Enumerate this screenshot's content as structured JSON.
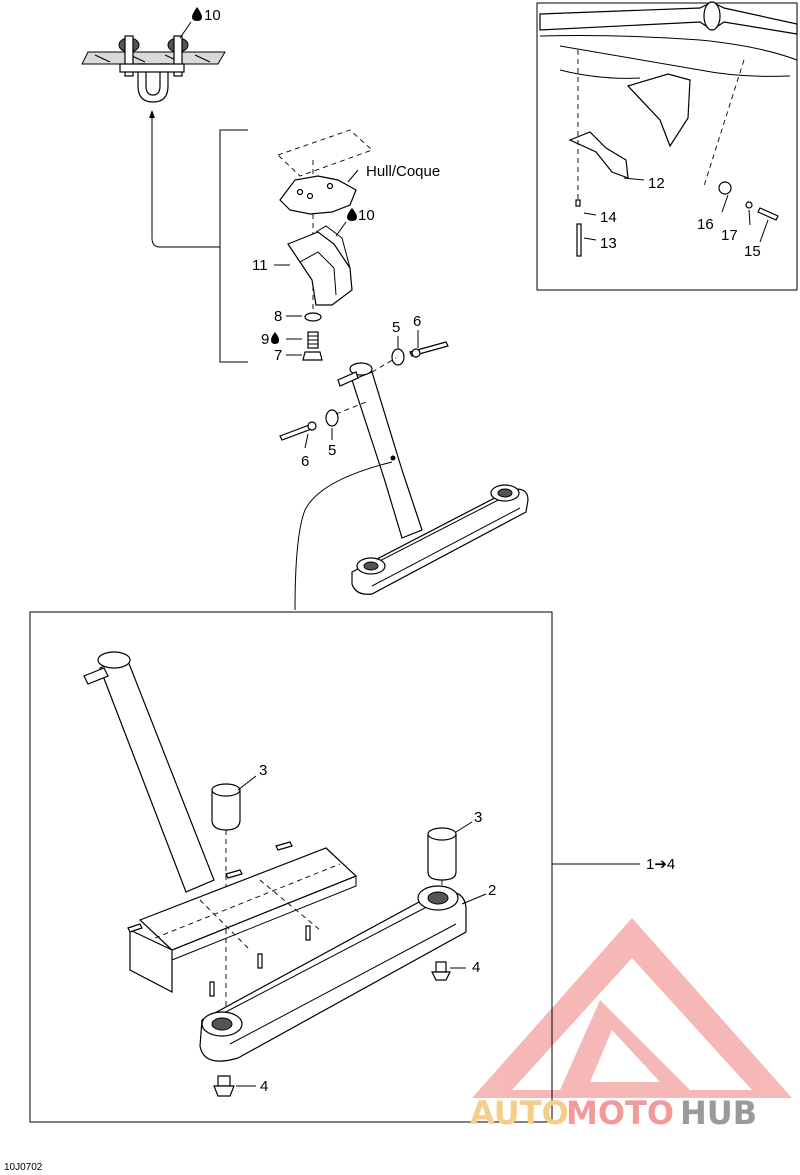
{
  "callouts": {
    "c10_top": "10",
    "hull": "Hull/Coque",
    "c10_mid": "10",
    "c11": "11",
    "c8": "8",
    "c9": "9",
    "c7": "7",
    "c5_right": "5",
    "c6_right": "6",
    "c6_left": "6",
    "c5_left": "5",
    "c12": "12",
    "c14": "14",
    "c13": "13",
    "c16": "16",
    "c17": "17",
    "c15": "15",
    "c3_left": "3",
    "c3_right": "3",
    "c2": "2",
    "c4_right": "4",
    "c4_bottom": "4",
    "range": "1➔4"
  },
  "footer": {
    "code": "10J0702"
  },
  "watermark": {
    "auto": "AUTO",
    "moto": "MOTO",
    "hub": "HUB"
  },
  "colors": {
    "watermark_red": "#f08a8a",
    "watermark_orange": "#f5c97a",
    "watermark_gray": "#9a9a9a"
  },
  "icons": [
    "lubricant-drop-icon",
    "arrow-right-icon"
  ]
}
